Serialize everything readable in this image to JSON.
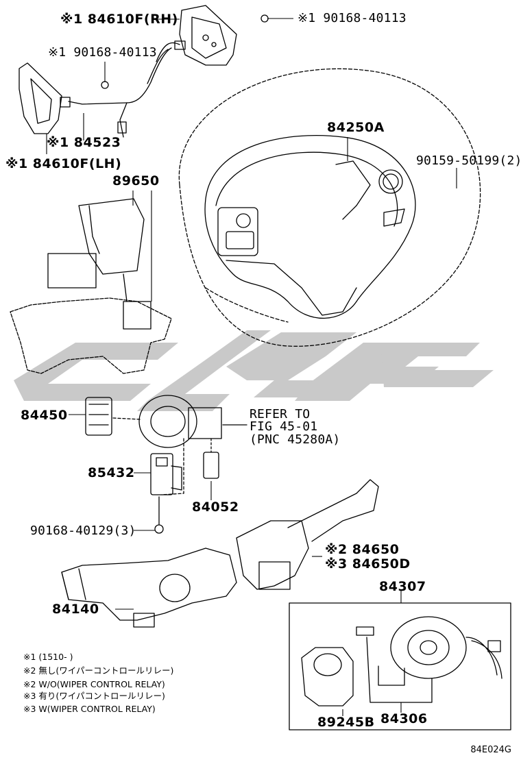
{
  "part_labels": {
    "p84610F_RH": "※1 84610F(RH)",
    "p90168_40113_a": "※1 90168-40113",
    "p90168_40113_b": "※1 90168-40113",
    "p84523": "※1 84523",
    "p84610F_LH": "※1 84610F(LH)",
    "p89650": "89650",
    "p84250A": "84250A",
    "p90159_50199": "90159-50199(2)",
    "p84450": "84450",
    "refer_line1": "REFER TO",
    "refer_line2": "FIG 45-01",
    "refer_line3": "(PNC 45280A)",
    "p85432": "85432",
    "p84052": "84052",
    "p90168_40129": "90168-40129(3)",
    "p84650": "※2 84650",
    "p84650D": "※3 84650D",
    "p84307": "84307",
    "p84140": "84140",
    "p89245B": "89245B",
    "p84306": "84306"
  },
  "notes": [
    "※1 (1510-      )",
    "※2 無し(ワイパーコントロールリレー)",
    "※2 W/O(WIPER CONTROL RELAY)",
    "※3 有り(ワイパコントロールリレー)",
    "※3 W(WIPER CONTROL RELAY)"
  ],
  "figure_code": "84E024G",
  "colors": {
    "line": "#000000",
    "watermark": "#c8c8c8",
    "background": "#ffffff"
  }
}
